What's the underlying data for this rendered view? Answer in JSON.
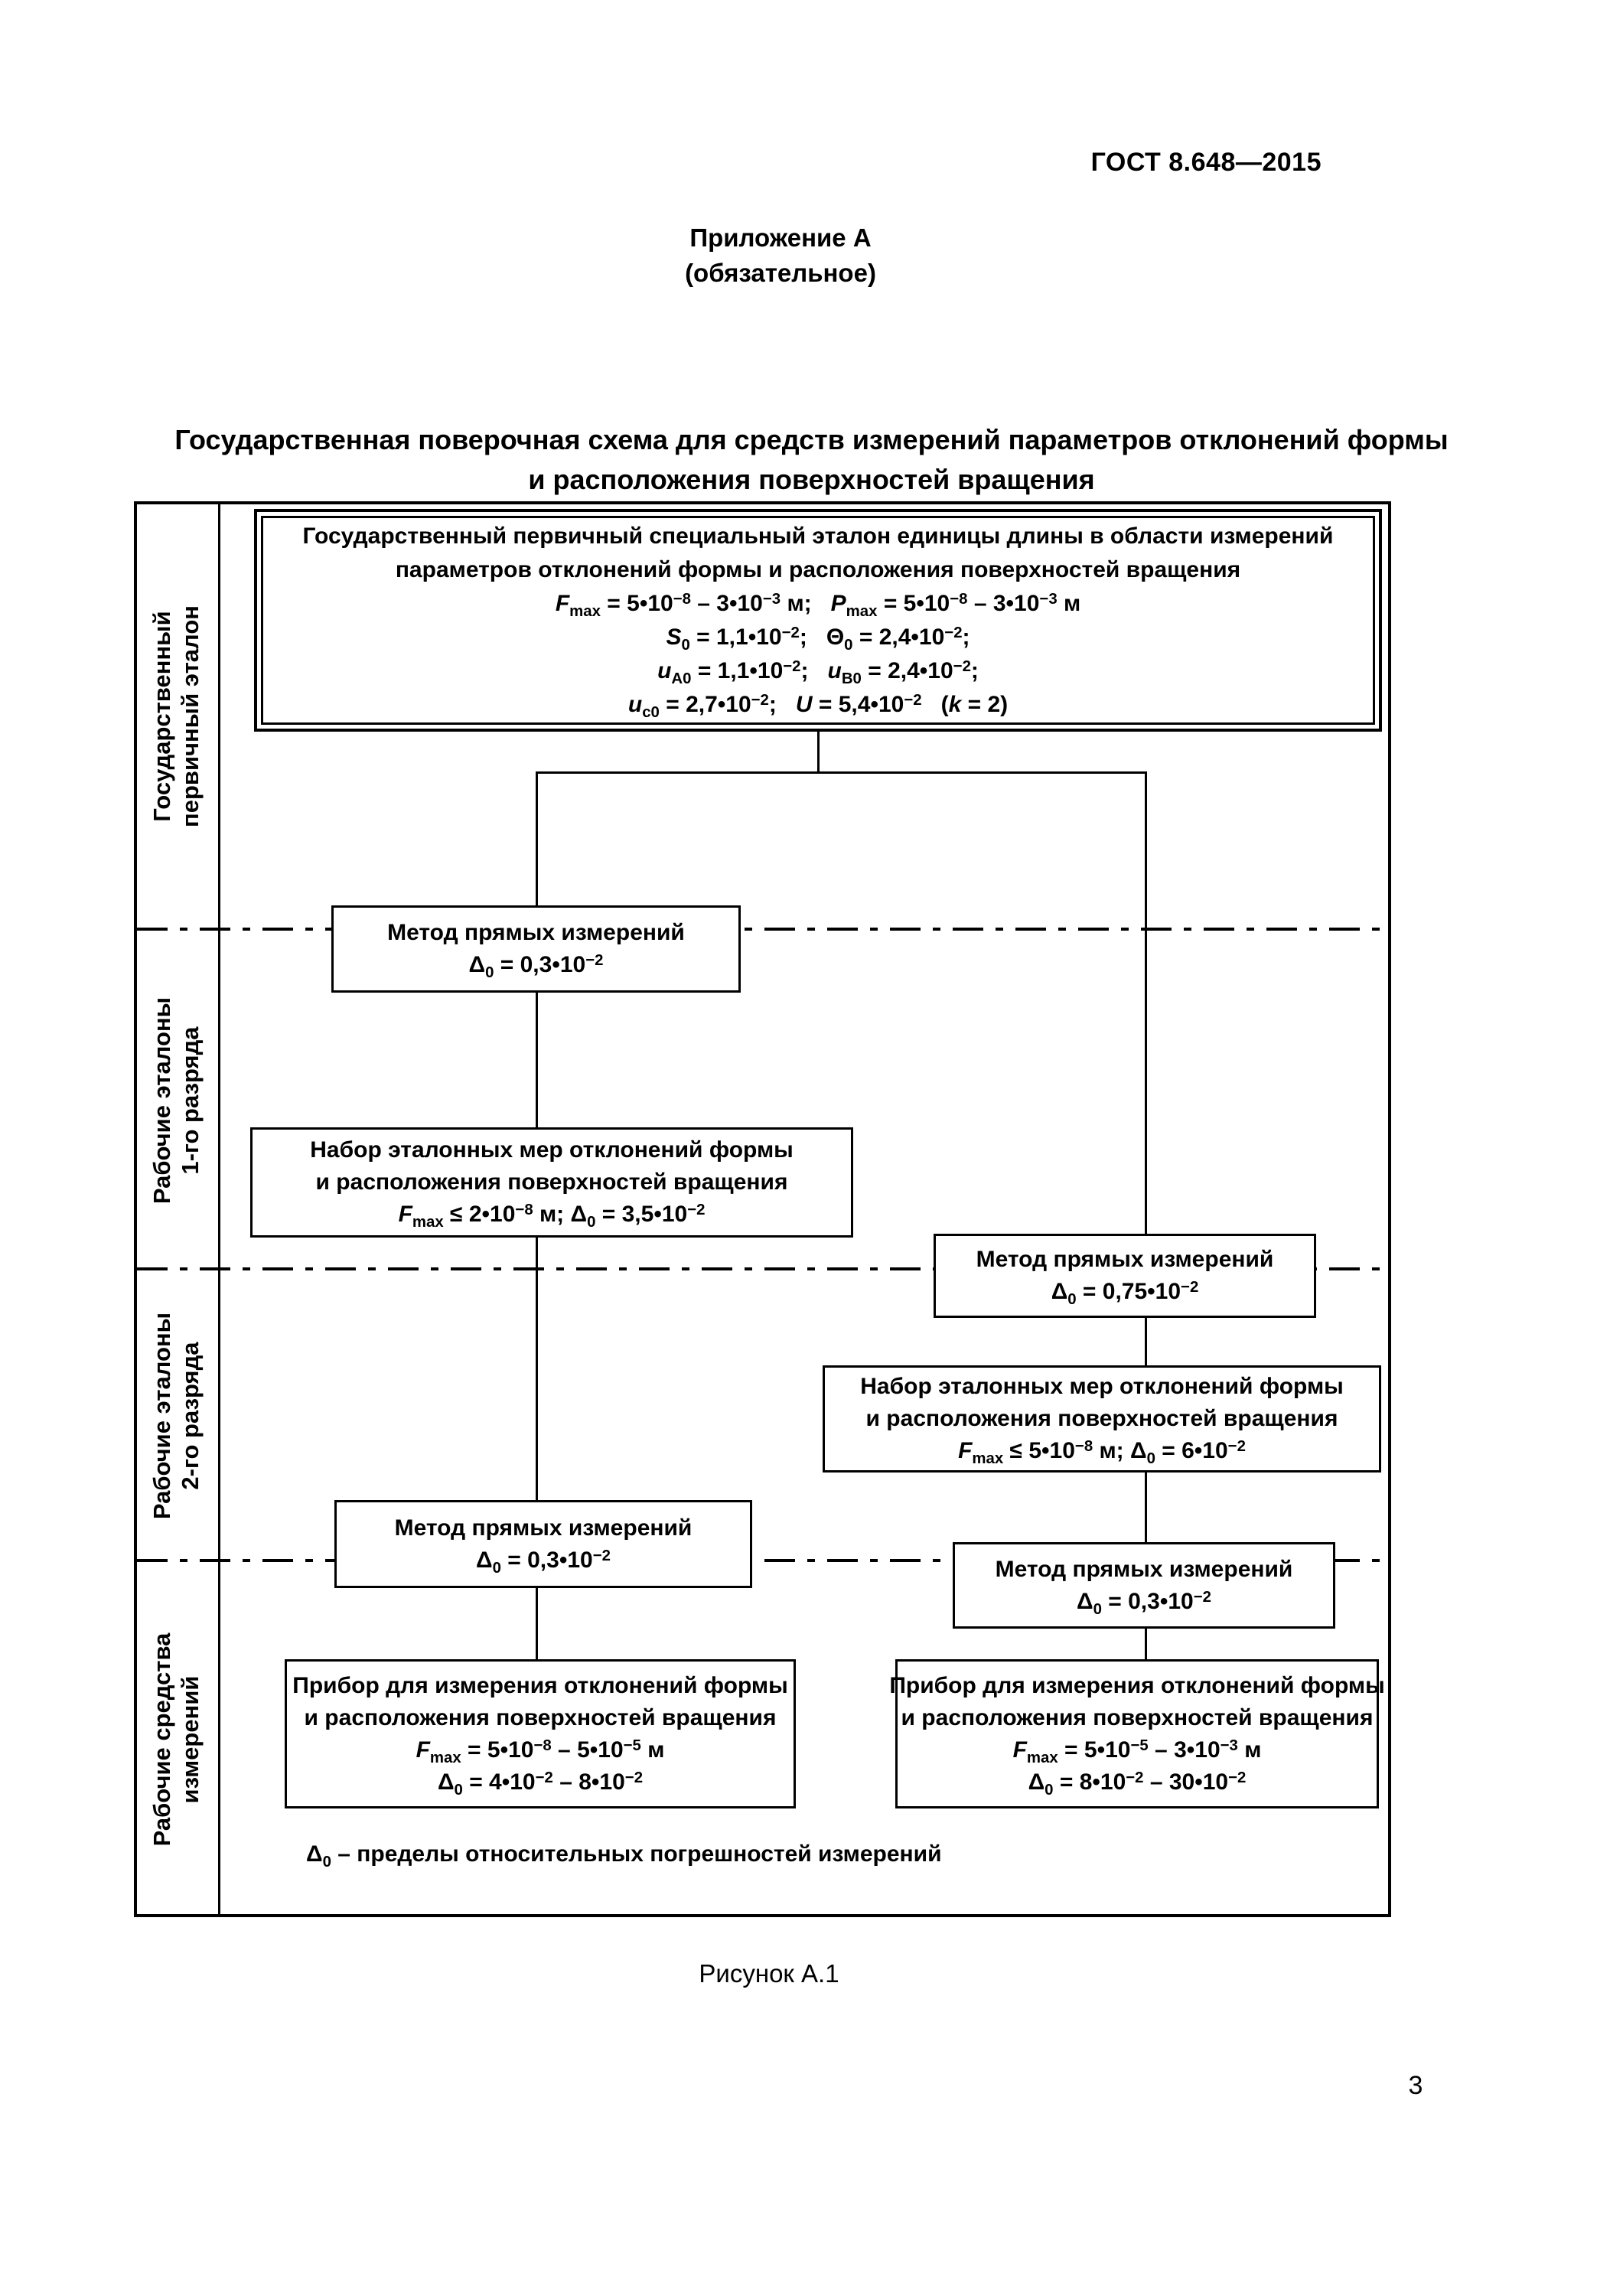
{
  "header": {
    "gost_code": "ГОСТ 8.648—2015"
  },
  "appendix": {
    "title": "Приложение А",
    "subtitle": "(обязательное)"
  },
  "scheme_title": {
    "line1": "Государственная поверочная схема для средств измерений параметров отклонений формы",
    "line2": "и расположения поверхностей вращения"
  },
  "diagram": {
    "row_labels": [
      {
        "line1": "Государственный",
        "line2": "первичный эталон"
      },
      {
        "line1": "Рабочие эталоны",
        "line2": "1-го разряда"
      },
      {
        "line1": "Рабочие эталоны",
        "line2": "2-го разряда"
      },
      {
        "line1": "Рабочие средства",
        "line2": "измерений"
      }
    ],
    "primary_standard": {
      "lines": [
        "Государственный первичный специальный эталон единицы длины в области измерений",
        "параметров отклонений формы и расположения поверхностей вращения",
        "*F*_max_ = 5•10^−8^ – 3•10^−3^ м;   *P*_max_ = 5•10^−8^ – 3•10^−3^ м",
        "*S*_0_ = 1,1•10^−2^;   Θ_0_ = 2,4•10^−2^;",
        "*u*_А0_ = 1,1•10^−2^;   *u*_В0_ = 2,4•10^−2^;",
        "*u*_с0_ = 2,7•10^−2^;   *U* = 5,4•10^−2^   (*k* = 2)"
      ]
    },
    "method_boxes": [
      {
        "lines": [
          "Метод прямых измерений",
          "Δ_0_ = 0,3•10^−2^"
        ]
      },
      {
        "lines": [
          "Метод прямых измерений",
          "Δ_0_ = 0,75•10^−2^"
        ]
      },
      {
        "lines": [
          "Метод прямых измерений",
          "Δ_0_ = 0,3•10^−2^"
        ]
      },
      {
        "lines": [
          "Метод прямых измерений",
          "Δ_0_ = 0,3•10^−2^"
        ]
      }
    ],
    "standard_set_boxes": [
      {
        "lines": [
          "Набор эталонных мер отклонений формы",
          "и расположения поверхностей вращения",
          "*F*_max_ ≤ 2•10^−8^ м; Δ_0_ = 3,5•10^−2^"
        ]
      },
      {
        "lines": [
          "Набор эталонных мер отклонений формы",
          "и расположения поверхностей вращения",
          "*F*_max_ ≤ 5•10^−8^ м; Δ_0_ = 6•10^−2^"
        ]
      }
    ],
    "instrument_boxes": [
      {
        "lines": [
          "Прибор для измерения отклонений формы",
          "и расположения поверхностей вращения",
          "*F*_max_ = 5•10^−8^ – 5•10^−5^ м",
          "Δ_0_ = 4•10^−2^ – 8•10^−2^"
        ]
      },
      {
        "lines": [
          "Прибор для измерения отклонений формы",
          "и расположения поверхностей вращения",
          "*F*_max_ = 5•10^−5^ – 3•10^−3^ м",
          "Δ_0_ = 8•10^−2^ – 30•10^−2^"
        ]
      }
    ],
    "footnote": "Δ_0_ – пределы относительных погрешностей измерений"
  },
  "footer": {
    "figure_caption": "Рисунок А.1",
    "page_number": "3"
  }
}
